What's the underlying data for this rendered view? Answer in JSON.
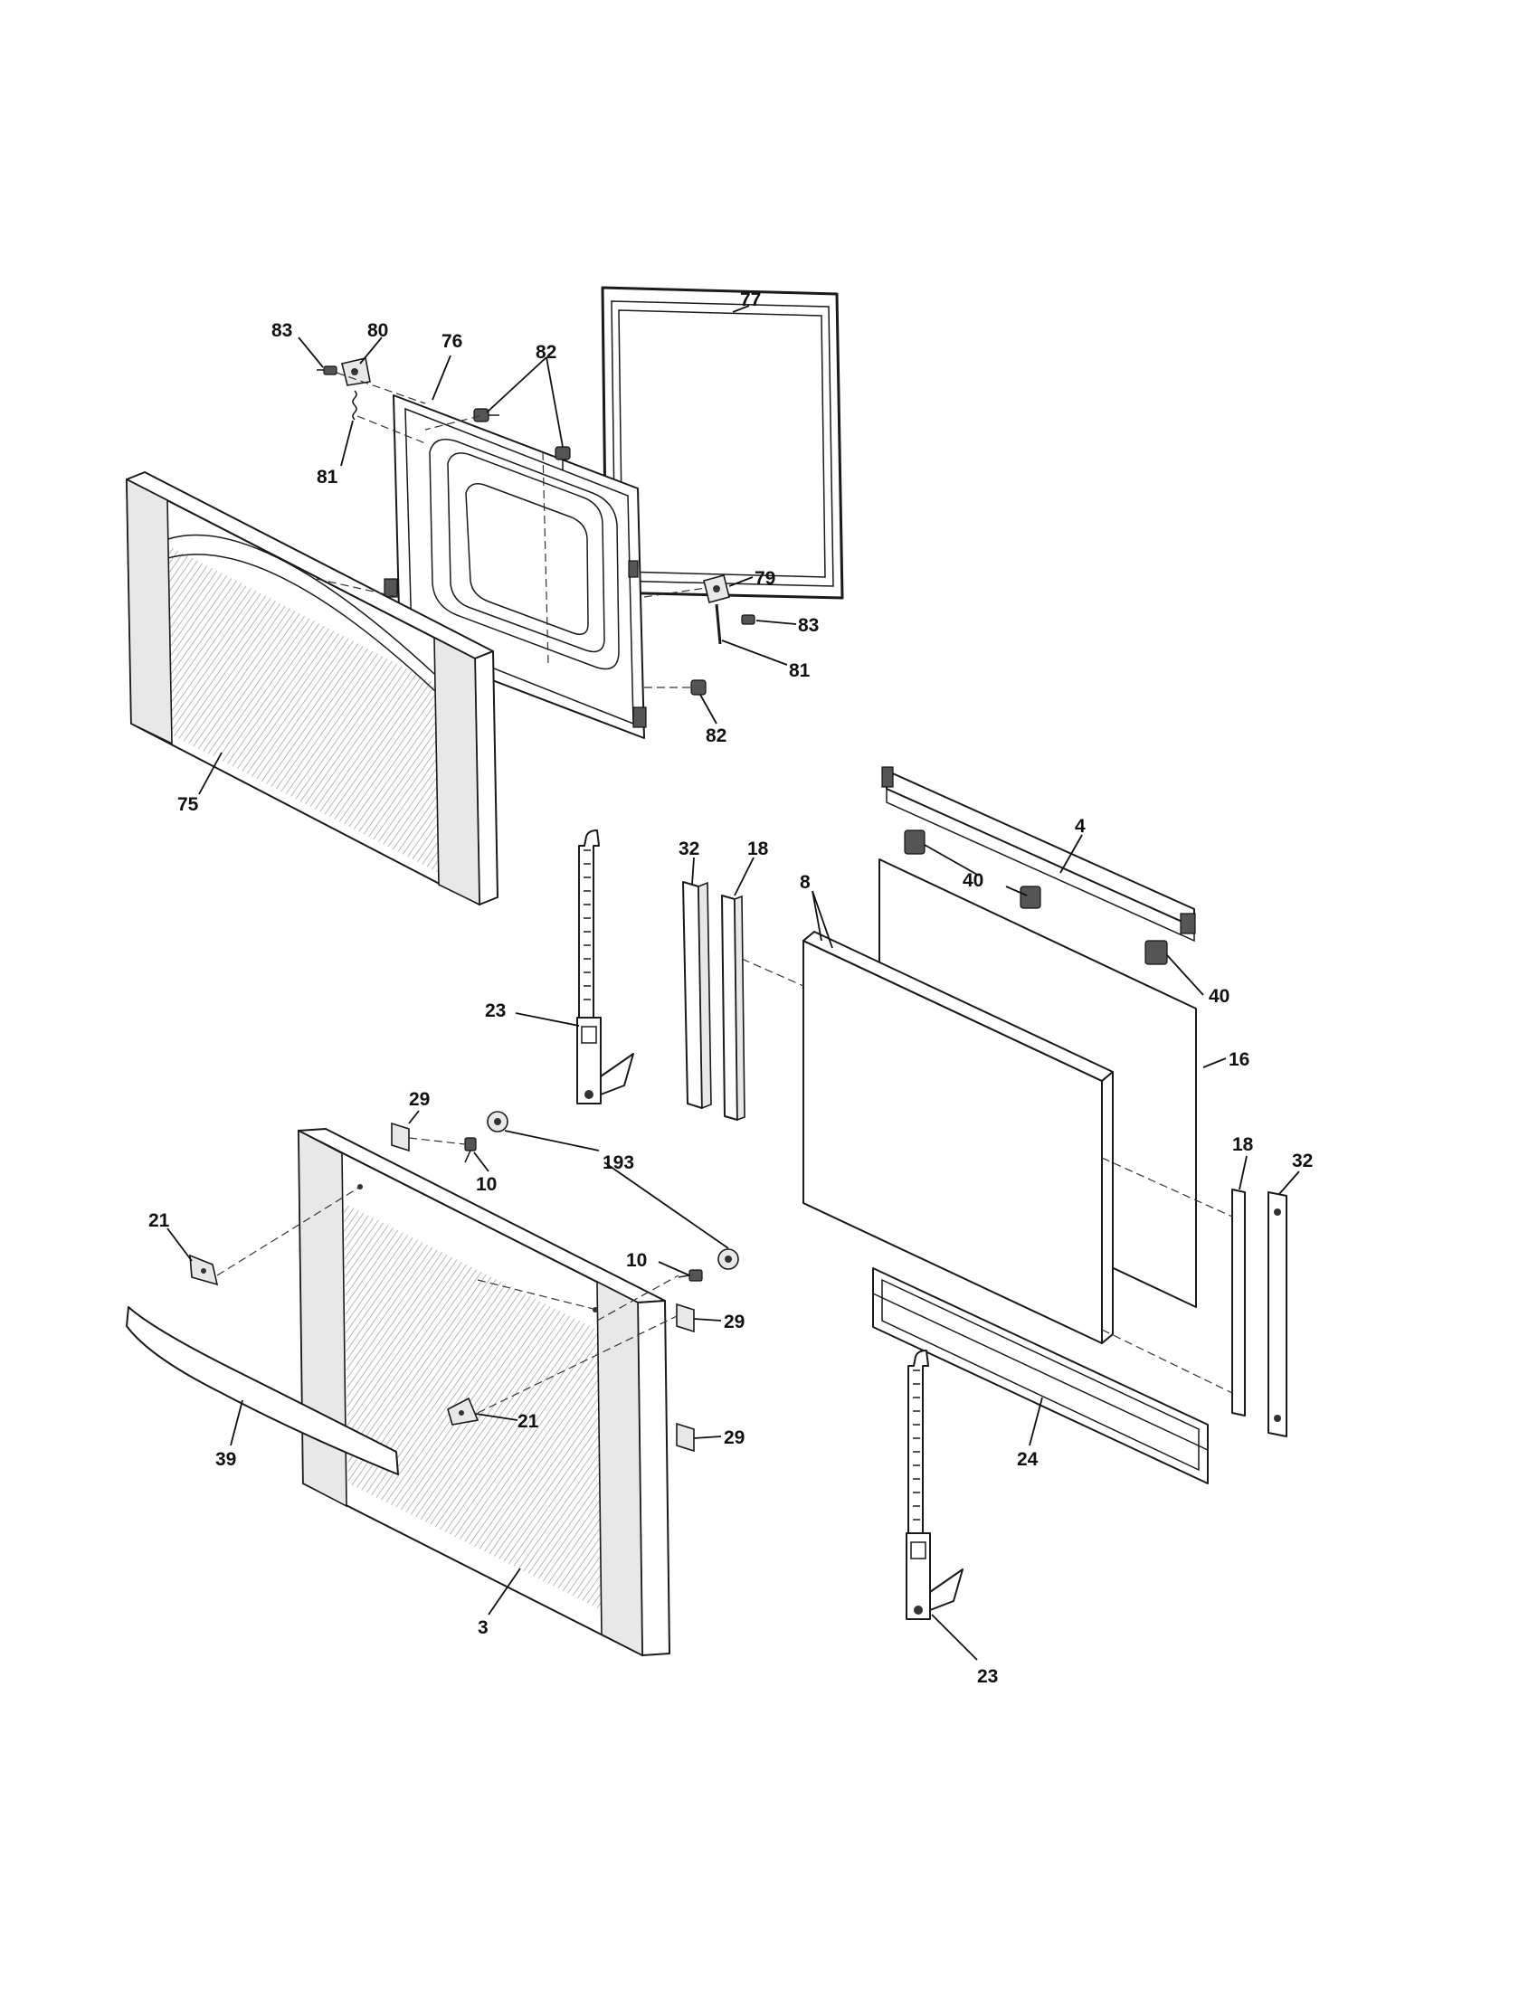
{
  "callouts": [
    {
      "id": "c83a",
      "text": "83"
    },
    {
      "id": "c80",
      "text": "80"
    },
    {
      "id": "c76",
      "text": "76"
    },
    {
      "id": "c82a",
      "text": "82"
    },
    {
      "id": "c77",
      "text": "77"
    },
    {
      "id": "c81a",
      "text": "81"
    },
    {
      "id": "c79",
      "text": "79"
    },
    {
      "id": "c83b",
      "text": "83"
    },
    {
      "id": "c81b",
      "text": "81"
    },
    {
      "id": "c82b",
      "text": "82"
    },
    {
      "id": "c75",
      "text": "75"
    },
    {
      "id": "c32a",
      "text": "32"
    },
    {
      "id": "c18a",
      "text": "18"
    },
    {
      "id": "c8",
      "text": "8"
    },
    {
      "id": "c4",
      "text": "4"
    },
    {
      "id": "c40a",
      "text": "40"
    },
    {
      "id": "c40b",
      "text": "40"
    },
    {
      "id": "c23a",
      "text": "23"
    },
    {
      "id": "c16",
      "text": "16"
    },
    {
      "id": "c29a",
      "text": "29"
    },
    {
      "id": "c193",
      "text": "193"
    },
    {
      "id": "c10a",
      "text": "10"
    },
    {
      "id": "c18b",
      "text": "18"
    },
    {
      "id": "c32b",
      "text": "32"
    },
    {
      "id": "c21a",
      "text": "21"
    },
    {
      "id": "c10b",
      "text": "10"
    },
    {
      "id": "c29b",
      "text": "29"
    },
    {
      "id": "c21b",
      "text": "21"
    },
    {
      "id": "c29c",
      "text": "29"
    },
    {
      "id": "c39",
      "text": "39"
    },
    {
      "id": "c24",
      "text": "24"
    },
    {
      "id": "c3",
      "text": "3"
    },
    {
      "id": "c23b",
      "text": "23"
    }
  ]
}
